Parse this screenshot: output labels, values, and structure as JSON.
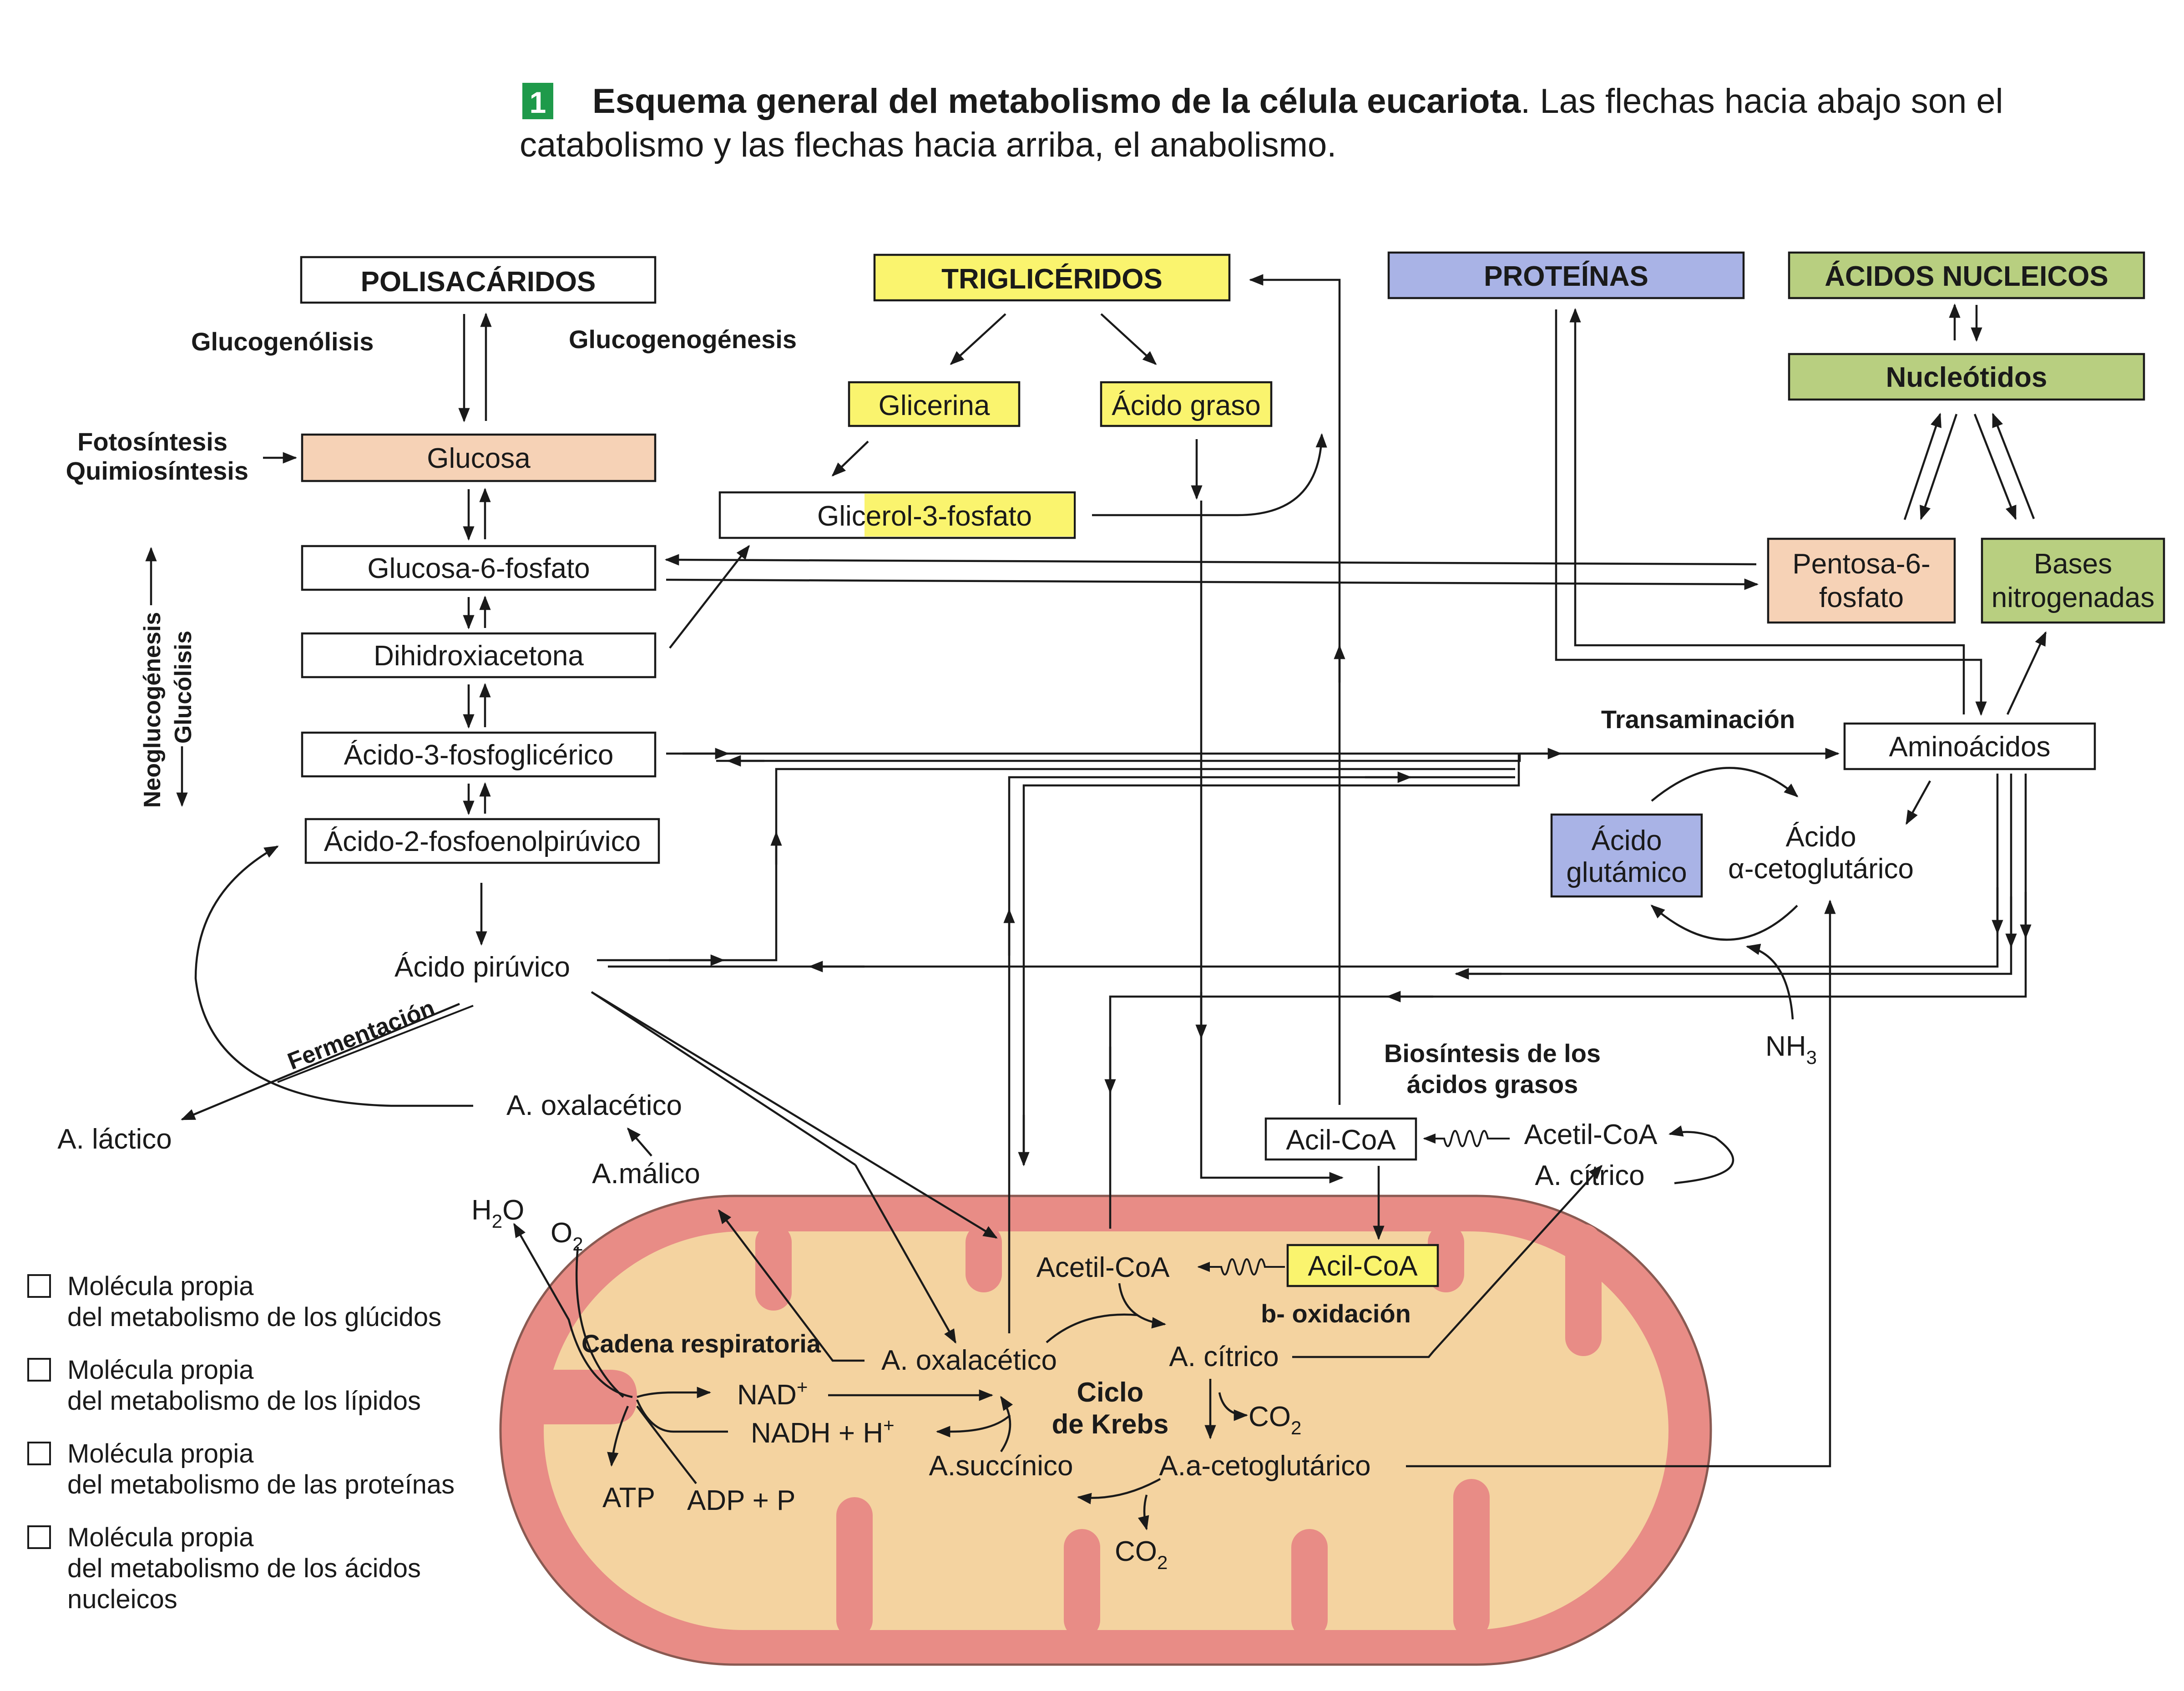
{
  "header": {
    "number": "1",
    "title_bold": "Esquema general del metabolismo de la célula eucariota",
    "title_rest": ". Las flechas hacia abajo son el",
    "title_line2": "catabolismo y las flechas hacia arriba, el anabolismo."
  },
  "colors": {
    "glucidos": "#ffffff",
    "lipidos": "#faf46e",
    "proteinas": "#a9b3e6",
    "nucleicos": "#b8cf80",
    "glucosa": "#f6d2b6",
    "pentosa": "#f6d2b6",
    "mito_membrane": "#e88c86",
    "mito_matrix": "#f4d3a0",
    "badge": "#1e9a4a"
  },
  "nodes": {
    "polisacaridos": "POLISACÁRIDOS",
    "glucogenolisis": "Glucogenólisis",
    "glucogenogenesis": "Glucogenogénesis",
    "fotosintesis": "Fotosíntesis",
    "quimiosintesis": "Quimiosíntesis",
    "glucosa": "Glucosa",
    "glucosa6": "Glucosa-6-fosfato",
    "dihidroxiacetona": "Dihidroxiacetona",
    "a3fosfoglicerico": "Ácido-3-fosfoglicérico",
    "a2fosfoenolpiruvico": "Ácido-2-fosfoenolpirúvico",
    "neoglucogenesis": "Neoglucogénesis",
    "glucolisis": "Glucólisis",
    "trigliceridos": "TRIGLICÉRIDOS",
    "glicerina": "Glicerina",
    "acido_graso": "Ácido graso",
    "glicerol3": "Glicerol-3-fosfato",
    "proteinas": "PROTEÍNAS",
    "acidos_nucleicos": "ÁCIDOS NUCLEICOS",
    "nucleotidos": "Nucleótidos",
    "pentosa_1": "Pentosa-6-",
    "pentosa_2": "fosfato",
    "bases_1": "Bases",
    "bases_2": "nitrogenadas",
    "transaminacion": "Transaminación",
    "aminoacidos": "Aminoácidos",
    "glutamico_1": "Ácido",
    "glutamico_2": "glutámico",
    "cetoglutarico_1": "Ácido",
    "cetoglutarico_2": "α-cetoglutárico",
    "nh3": "NH",
    "nh3_sub": "3",
    "acido_piruvico": "Ácido pirúvico",
    "fermentacion": "Fermentación",
    "a_lactico": "A. láctico",
    "a_oxalacetico_out": "A. oxalacético",
    "a_malico": "A.málico",
    "biosintesis_1": "Biosíntesis de los",
    "biosintesis_2": "ácidos grasos",
    "acil_coa_out": "Acil-CoA",
    "acetil_coa_out": "Acetil-CoA",
    "a_citrico_out": "A. cítrico",
    "h2o": "H",
    "h2o_sub": "2",
    "h2o_end": "O",
    "o2": "O",
    "o2_sub": "2",
    "acetil_coa_in": "Acetil-CoA",
    "acil_coa_in": "Acil-CoA",
    "b_oxidacion": "b- oxidación",
    "cadena_respiratoria": "Cadena respiratoria",
    "a_oxalacetico_in": "A. oxalacético",
    "a_citrico_in": "A. cítrico",
    "nad": "NAD",
    "nad_sup": "+",
    "nadh": "NADH + H",
    "nadh_sup": "+",
    "ciclo_1": "Ciclo",
    "ciclo_2": "de Krebs",
    "co2_a": "CO",
    "co2_a_sub": "2",
    "a_succinico": "A.succínico",
    "a_cetoglutarico_in": "A.a-cetoglutárico",
    "atp": "ATP",
    "adp": "ADP + P",
    "co2_b": "CO",
    "co2_b_sub": "2"
  },
  "legend": [
    {
      "line1": "Molécula propia",
      "line2": "del metabolismo de los glúcidos",
      "line3": ""
    },
    {
      "line1": "Molécula propia",
      "line2": "del metabolismo de los lípidos",
      "line3": ""
    },
    {
      "line1": "Molécula propia",
      "line2": "del metabolismo de las proteínas",
      "line3": ""
    },
    {
      "line1": "Molécula propia",
      "line2": "del metabolismo de los ácidos",
      "line3": "nucleicos"
    }
  ]
}
